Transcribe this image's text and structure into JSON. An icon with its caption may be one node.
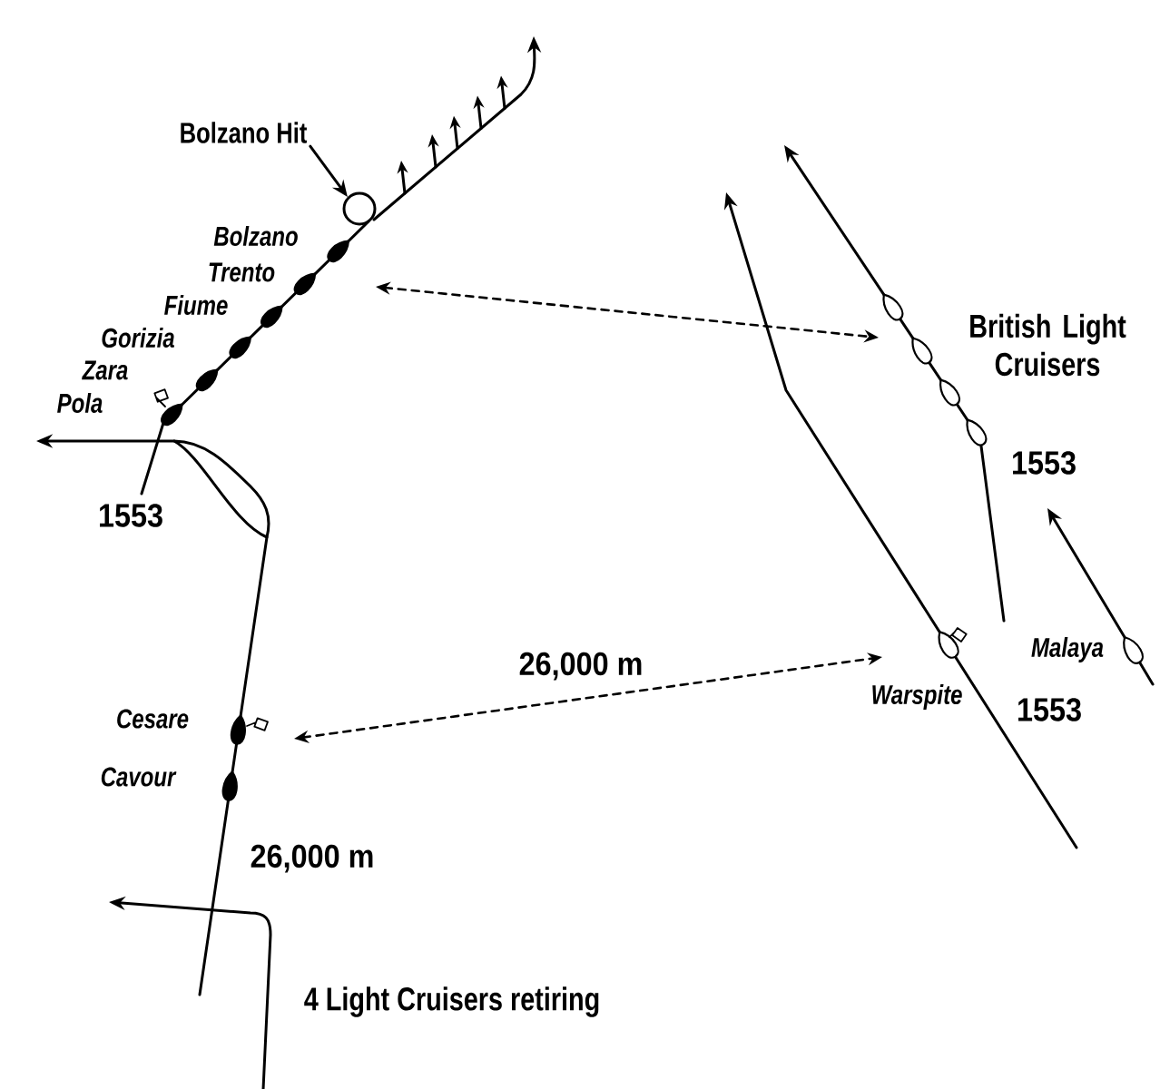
{
  "diagram": {
    "nodes": [
      {
        "text": [
          "Bolzano Hit"
        ]
      },
      {
        "text": [],
        "shape": "circle"
      }
    ],
    "edges": [
      {
        "from": 0,
        "to": 1,
        "arrow": "to"
      }
    ],
    "labels": [
      "Bolzano",
      "Trento",
      "Fiume",
      "Gorizia",
      "British Light Cruisers",
      "Zara",
      "Pola",
      "1553",
      "1553",
      "Malaya",
      "26,000 m",
      "Warspite",
      "1553",
      "Cesare",
      "Cavour",
      "26,000 m",
      "4 Light Cruisers retiring"
    ]
  }
}
